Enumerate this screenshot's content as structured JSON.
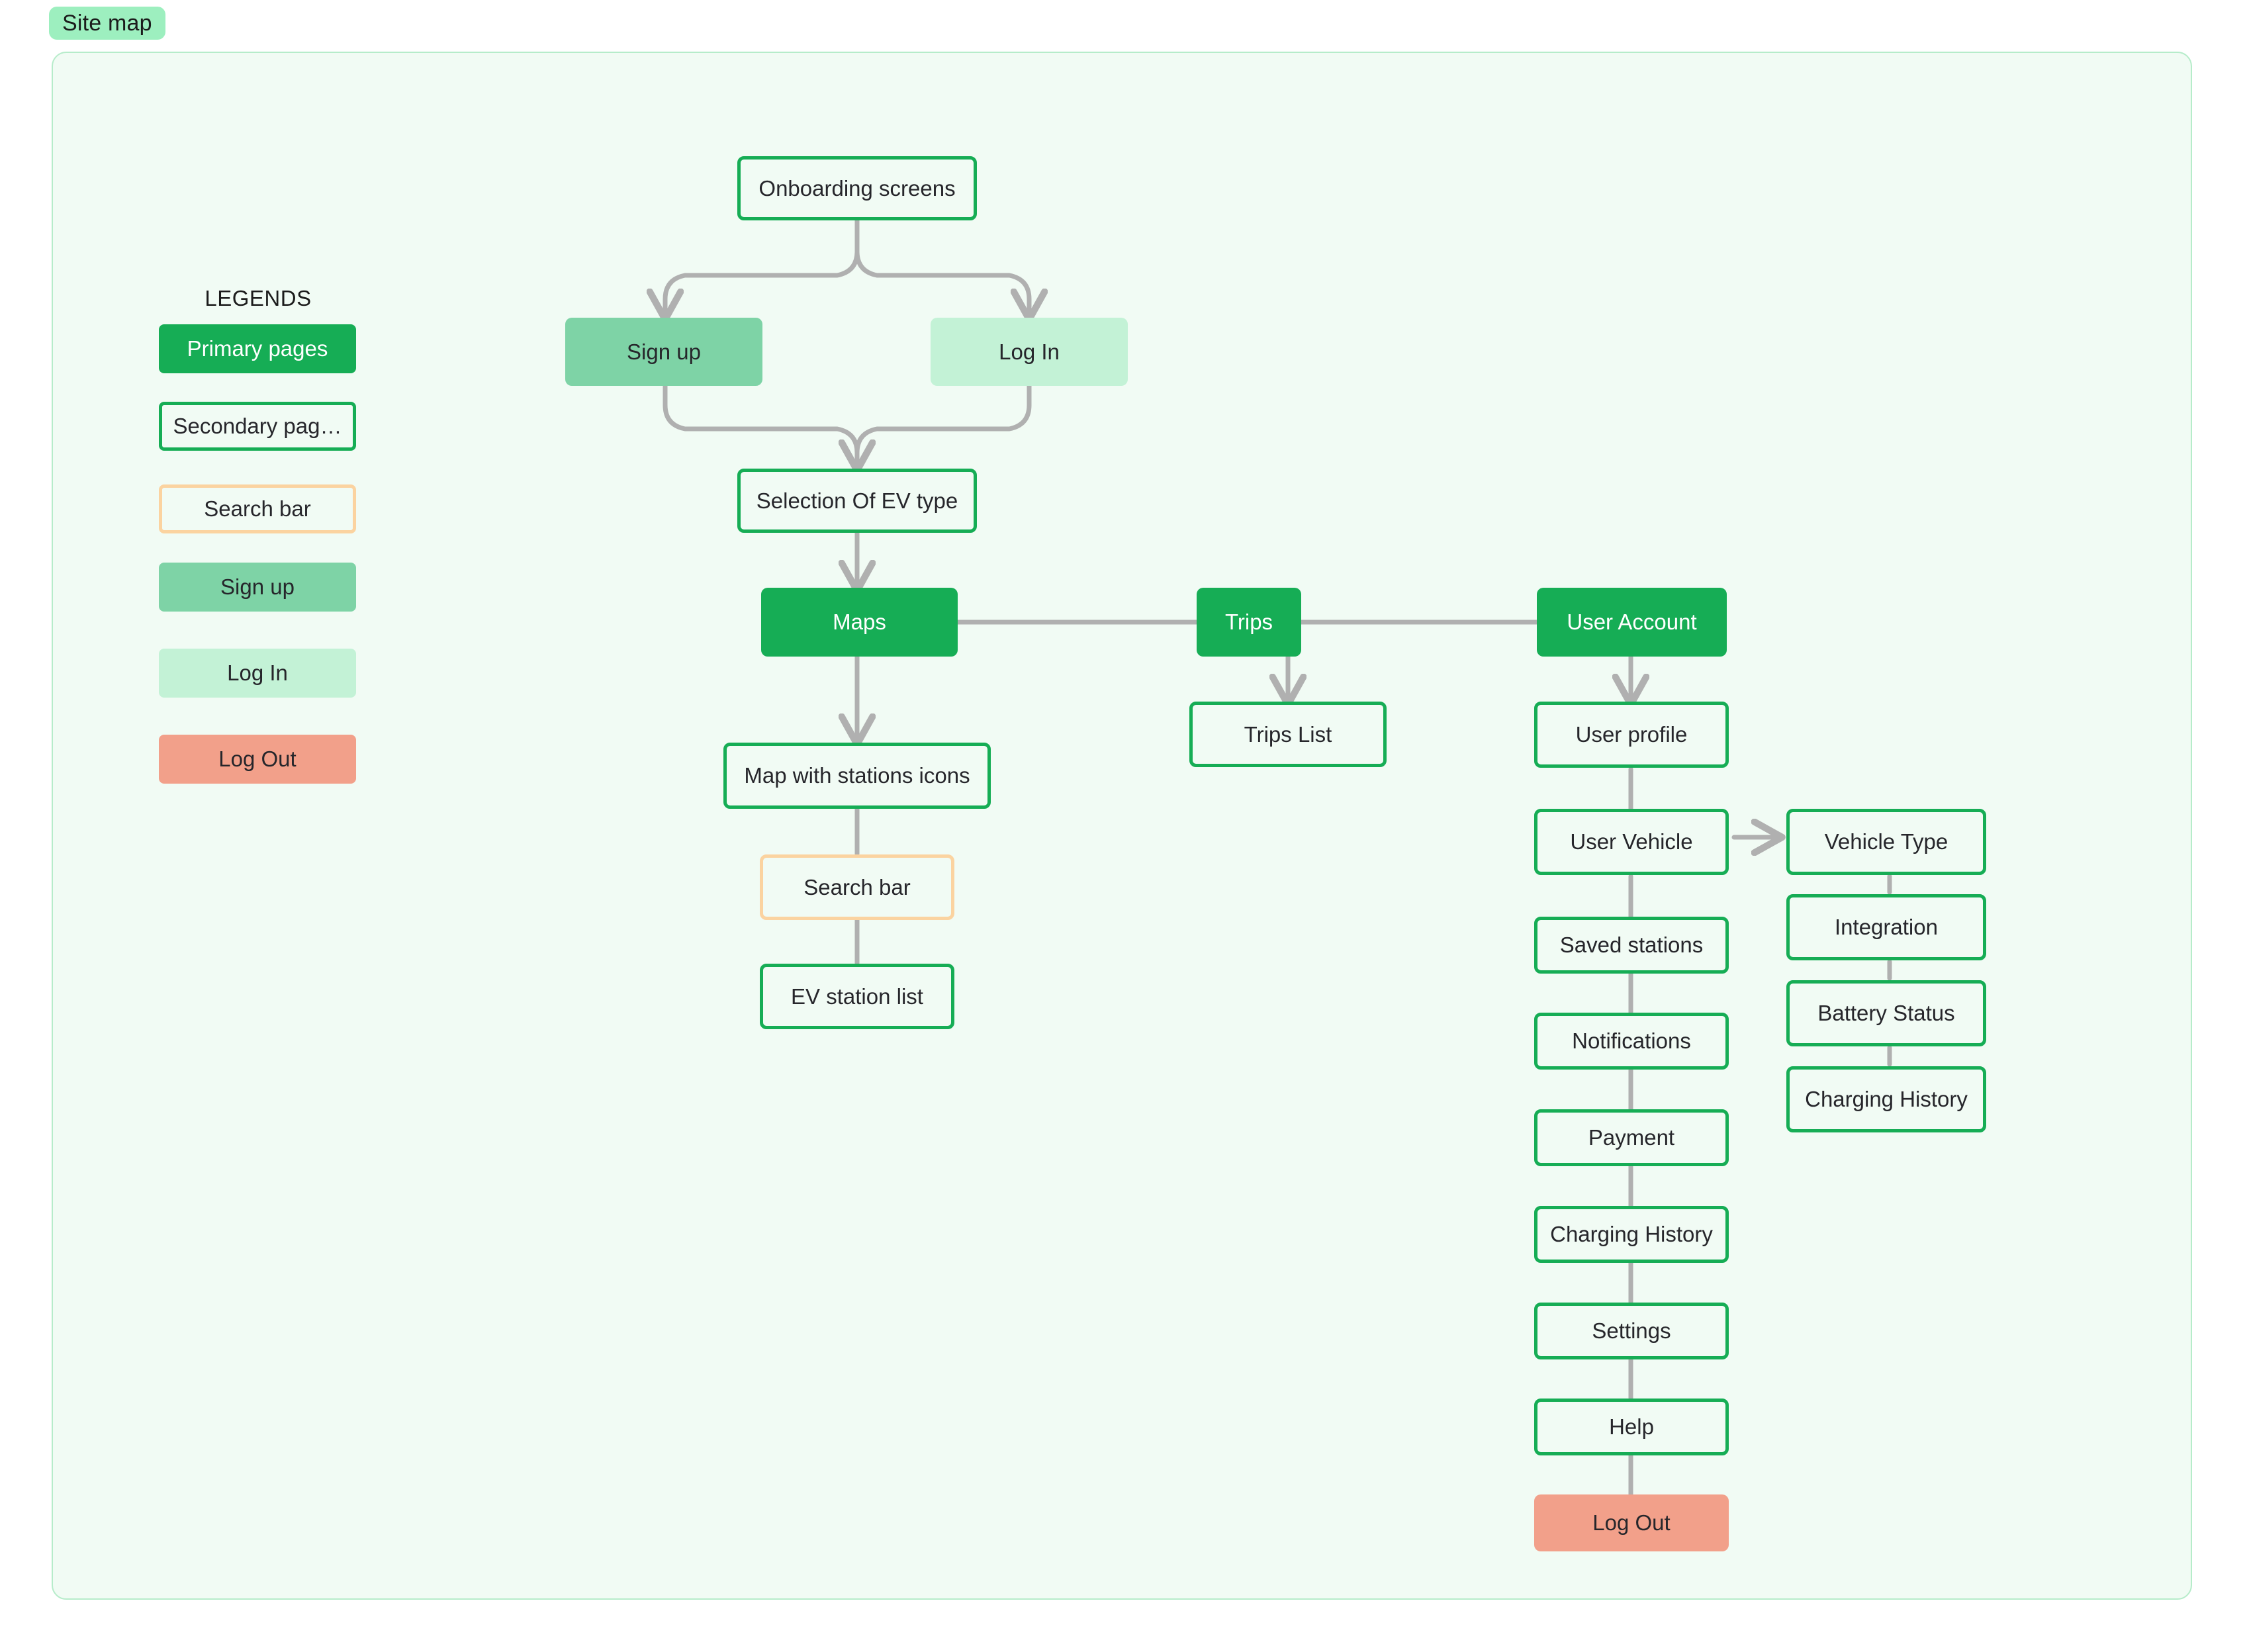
{
  "title": {
    "label": "Site map"
  },
  "legend": {
    "heading": "LEGENDS",
    "items": [
      {
        "label": "Primary pages",
        "kind": "primary",
        "color": "#16ad55"
      },
      {
        "label": "Secondary pag…",
        "kind": "secondary",
        "color": "#16ad55"
      },
      {
        "label": "Search bar",
        "kind": "searchbar",
        "color": "#fbd3a0"
      },
      {
        "label": "Sign up",
        "kind": "signup",
        "color": "#7ed3a6"
      },
      {
        "label": "Log In",
        "kind": "login",
        "color": "#c3f2d6"
      },
      {
        "label": "Log Out",
        "kind": "logout",
        "color": "#f2a08a"
      }
    ]
  },
  "nodes": {
    "onboarding": "Onboarding screens",
    "signup": "Sign up",
    "login": "Log In",
    "ev_type": "Selection Of EV type",
    "maps": "Maps",
    "trips": "Trips",
    "user_account": "User Account",
    "map_stations": "Map with stations icons",
    "search_bar": "Search bar",
    "ev_station_list": "EV station list",
    "trips_list": "Trips List",
    "user_profile": "User profile",
    "user_vehicle": "User Vehicle",
    "saved_stations": "Saved stations",
    "notifications": "Notifications",
    "payment": "Payment",
    "charging_history": "Charging History",
    "settings": "Settings",
    "help": "Help",
    "log_out": "Log Out",
    "vehicle_type": "Vehicle Type",
    "integration": "Integration",
    "battery_status": "Battery Status",
    "charging_history2": "Charging History"
  },
  "colors": {
    "canvas_background": "#f1fbf4",
    "canvas_border": "#b6ecca",
    "primary_green": "#16ad55",
    "signup_green": "#7ed3a6",
    "login_green": "#c3f2d6",
    "logout_salmon": "#f2a08a",
    "searchbar_orange": "#fbd3a0",
    "connector_gray": "#b0b0b0",
    "title_pill": "#9defbf"
  }
}
